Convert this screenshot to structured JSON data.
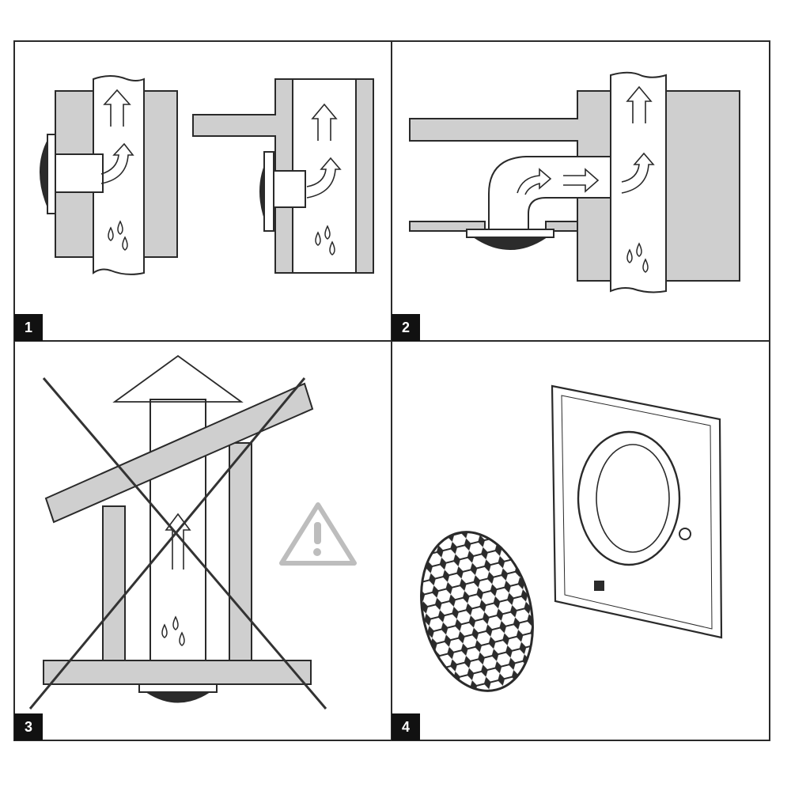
{
  "panels": [
    {
      "number": "1",
      "scene": "wall-exhaust-fans"
    },
    {
      "number": "2",
      "scene": "ceiling-fan-with-duct"
    },
    {
      "number": "3",
      "scene": "incorrect-installation"
    },
    {
      "number": "4",
      "scene": "exploded-fan-parts"
    }
  ],
  "colors": {
    "line": "#2a2a2a",
    "wall": "#cfcfcf",
    "duct": "#ffffff",
    "cross": "#333333",
    "warning": "#bdbdbd",
    "label_bg": "#111111",
    "label_text": "#ffffff"
  },
  "icons": [
    "flow-arrow-icon",
    "moisture-drops-icon",
    "warning-triangle-icon",
    "prohibited-cross-icon"
  ]
}
